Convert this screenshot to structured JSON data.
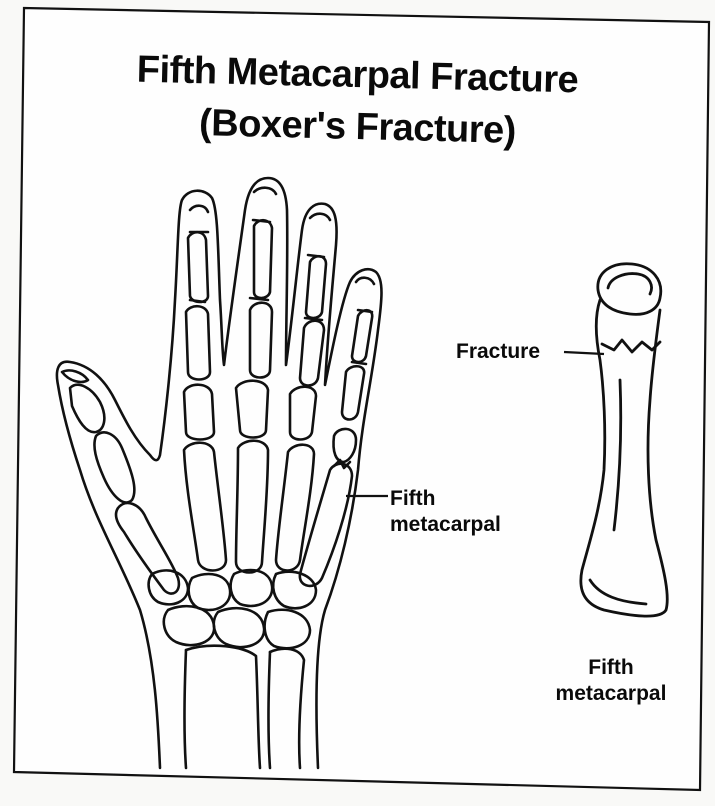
{
  "figure": {
    "title_line_1": "Fifth Metacarpal Fracture",
    "title_line_2": "(Boxer's Fracture)"
  },
  "labels": {
    "fracture": "Fracture",
    "hand_label_line_1": "Fifth",
    "hand_label_line_2": "metacarpal",
    "bone_label_line_1": "Fifth",
    "bone_label_line_2": "metacarpal"
  }
}
